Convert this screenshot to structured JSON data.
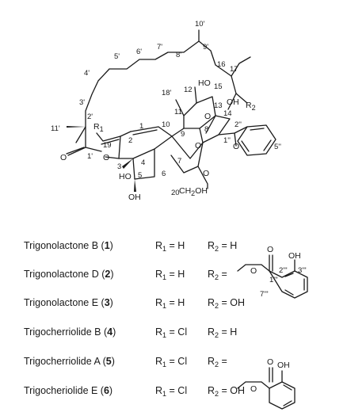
{
  "atom_numbers": {
    "n10p": "10'",
    "n9p": "9'",
    "n8p": "8'",
    "n7p": "7'",
    "n6p": "6'",
    "n5p": "5'",
    "n4p": "4'",
    "n3p": "3'",
    "n2p": "2'",
    "n11p": "11'",
    "n1p": "1'",
    "n18p": "18'",
    "n16": "16",
    "n17": "17",
    "n15": "15",
    "n13": "13",
    "n12": "12",
    "n11": "11",
    "n14": "14",
    "n9": "9",
    "n8": "8",
    "n10": "10",
    "n1": "1",
    "n2": "2",
    "n19": "19",
    "n3": "3",
    "n4": "4",
    "n5": "5",
    "n6": "6",
    "n7": "7",
    "n1pp": "1''",
    "n2pp": "2''",
    "n5pp": "5''",
    "n20": "20"
  },
  "atom_labels": {
    "r1": "R",
    "r1_sub": "1",
    "r2": "R",
    "r2_sub": "2",
    "oh_15": "OH",
    "ho_12": "HO",
    "ho_4": "HO",
    "oh_5": "OH",
    "ch2oh": "CH",
    "ch2oh_sub": "2",
    "ch2oh_tail": "OH",
    "o_lactone": "O",
    "o_lactone2": "O",
    "o_8": "O",
    "o_7": "O",
    "o_14": "O",
    "o_13": "O"
  },
  "compounds": [
    {
      "name": "Trigonolactone B",
      "num": "1",
      "r1": "H",
      "r2": "H"
    },
    {
      "name": "Trigonolactone D",
      "num": "2",
      "r1": "H",
      "r2": ""
    },
    {
      "name": "Trigonolactone E",
      "num": "3",
      "r1": "H",
      "r2": "OH"
    },
    {
      "name": "Trigocherriolide B",
      "num": "4",
      "r1": "Cl",
      "r2": "H"
    },
    {
      "name": "Trigocherriolide A",
      "num": "5",
      "r1": "Cl",
      "r2": ""
    },
    {
      "name": "Trigocheriolide E",
      "num": "6",
      "r1": "Cl",
      "r2": "OH"
    }
  ],
  "substituent_labels": {
    "d_o_carbonyl": "O",
    "d_oh": "OH",
    "d_o_ester": "O",
    "d_1": "1'''",
    "d_2": "2'''",
    "d_3": "3'''",
    "d_7": "7'''",
    "a_o_carbonyl": "O",
    "a_oh": "OH",
    "a_o_ester": "O"
  },
  "table_text": {
    "r1_prefix": "R",
    "r1_sub": "1",
    "r2_prefix": "R",
    "r2_sub": "2",
    "eq": " = "
  }
}
